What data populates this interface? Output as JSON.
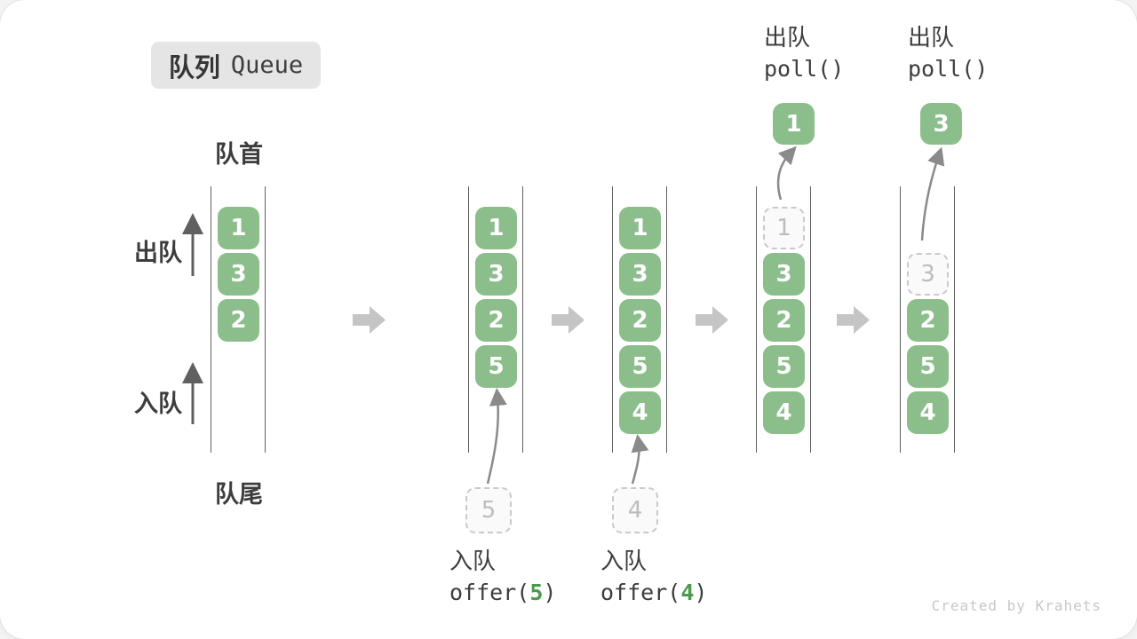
{
  "title": {
    "zh": "队列",
    "en": "Queue"
  },
  "labels": {
    "front": "队首",
    "rear": "队尾",
    "dequeue_side": "出队",
    "enqueue_side": "入队"
  },
  "columns": [
    {
      "slots": [
        {
          "value": "1",
          "style": "solid"
        },
        {
          "value": "3",
          "style": "solid"
        },
        {
          "value": "2",
          "style": "solid"
        }
      ]
    },
    {
      "slots": [
        {
          "value": "1",
          "style": "solid"
        },
        {
          "value": "3",
          "style": "solid"
        },
        {
          "value": "2",
          "style": "solid"
        },
        {
          "value": "5",
          "style": "solid"
        }
      ]
    },
    {
      "slots": [
        {
          "value": "1",
          "style": "solid"
        },
        {
          "value": "3",
          "style": "solid"
        },
        {
          "value": "2",
          "style": "solid"
        },
        {
          "value": "5",
          "style": "solid"
        },
        {
          "value": "4",
          "style": "solid"
        }
      ]
    },
    {
      "slots": [
        {
          "value": "1",
          "style": "dashed"
        },
        {
          "value": "3",
          "style": "solid"
        },
        {
          "value": "2",
          "style": "solid"
        },
        {
          "value": "5",
          "style": "solid"
        },
        {
          "value": "4",
          "style": "solid"
        }
      ]
    },
    {
      "slots": [
        {
          "value": "3",
          "style": "dashed"
        },
        {
          "value": "2",
          "style": "solid"
        },
        {
          "value": "5",
          "style": "solid"
        },
        {
          "value": "4",
          "style": "solid"
        }
      ]
    }
  ],
  "staged": [
    {
      "value": "5"
    },
    {
      "value": "4"
    }
  ],
  "popped": [
    {
      "value": "1"
    },
    {
      "value": "3"
    }
  ],
  "operations": [
    {
      "zh": "入队",
      "code_pre": "offer(",
      "arg": "5",
      "code_post": ")"
    },
    {
      "zh": "入队",
      "code_pre": "offer(",
      "arg": "4",
      "code_post": ")"
    },
    {
      "zh": "出队",
      "code": "poll()"
    },
    {
      "zh": "出队",
      "code": "poll()"
    }
  ],
  "watermark": "Created by Krahets",
  "colors": {
    "item_green": "#8cbe8c",
    "arg_green": "#4c9b4c",
    "block_arrow_gray": "#c5c5c5",
    "dashed_border": "#c9c9c9",
    "text_dark": "#3d3d3d"
  }
}
